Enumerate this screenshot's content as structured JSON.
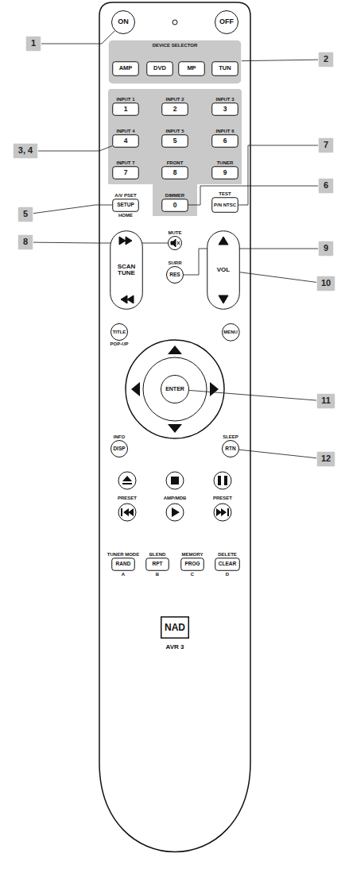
{
  "diagram": {
    "nodes": [
      {
        "text": [
          "1"
        ]
      },
      {
        "text": [
          "ON"
        ]
      },
      {
        "text": [
          "OFF"
        ]
      },
      {
        "text": [
          "DEVICE SELECTOR"
        ]
      },
      {
        "text": [
          "AMP"
        ],
        "in": 3
      },
      {
        "text": [
          "DVD"
        ],
        "in": 3
      },
      {
        "text": [
          "MP"
        ],
        "in": 3
      },
      {
        "text": [
          "TUN"
        ],
        "in": 3
      },
      {
        "text": [
          "2"
        ]
      },
      {
        "text": [
          "3, 4"
        ]
      },
      {
        "text": [
          "INPUT 1",
          "1"
        ]
      },
      {
        "text": [
          "INPUT 2",
          "2"
        ]
      },
      {
        "text": [
          "INPUT 3",
          "3"
        ]
      },
      {
        "text": [
          "INPUT 4",
          "4"
        ]
      },
      {
        "text": [
          "INPUT 5",
          "5"
        ]
      },
      {
        "text": [
          "INPUT 6",
          "6"
        ]
      },
      {
        "text": [
          "INPUT 7",
          "7"
        ]
      },
      {
        "text": [
          "FRONT",
          "8"
        ]
      },
      {
        "text": [
          "TUNER",
          "9"
        ]
      },
      {
        "text": [
          "7"
        ]
      },
      {
        "text": [
          "5"
        ]
      },
      {
        "text": [
          "A/V PSET",
          "SETUP",
          "HOME"
        ]
      },
      {
        "text": [
          "DIMMER",
          "0"
        ]
      },
      {
        "text": [
          "TEST",
          "P/N NTSC"
        ]
      },
      {
        "text": [
          "6"
        ]
      },
      {
        "text": [
          "8"
        ]
      },
      {
        "text": [
          "MUTE"
        ]
      },
      {
        "text": [
          "9"
        ]
      },
      {
        "text": [
          "SCAN TUNE"
        ]
      },
      {
        "text": [
          "SURR",
          "RES"
        ]
      },
      {
        "text": [
          "VOL"
        ]
      },
      {
        "text": [
          "10"
        ]
      },
      {
        "text": [
          "TITLE",
          "POP-UP"
        ]
      },
      {
        "text": [
          "MENU"
        ]
      },
      {
        "text": [
          "ENTER"
        ]
      },
      {
        "text": [
          "11"
        ]
      },
      {
        "text": [
          "INFO",
          "DISP"
        ]
      },
      {
        "text": [
          "SLEEP",
          "RTN"
        ]
      },
      {
        "text": [
          "12"
        ]
      },
      {
        "text": [
          "TUNER MODE",
          "RAND",
          "A"
        ]
      },
      {
        "text": [
          "BLEND",
          "RPT",
          "B"
        ]
      },
      {
        "text": [
          "MEMORY",
          "PROG",
          "C"
        ]
      },
      {
        "text": [
          "DELETE",
          "CLEAR",
          "D"
        ]
      },
      {
        "text": [
          "NAD"
        ]
      }
    ],
    "edges": [
      {
        "from": 0,
        "to": 1,
        "arrow": "none"
      },
      {
        "from": 8,
        "to": 3,
        "arrow": "none"
      },
      {
        "from": 9,
        "to": 13,
        "arrow": "none"
      },
      {
        "from": 19,
        "to": 23,
        "arrow": "none"
      },
      {
        "from": 20,
        "to": 21,
        "arrow": "none"
      },
      {
        "from": 24,
        "to": 22,
        "arrow": "none"
      },
      {
        "from": 25,
        "to": 26,
        "arrow": "none"
      },
      {
        "from": 27,
        "to": 29,
        "arrow": "none"
      },
      {
        "from": 31,
        "to": 30,
        "arrow": "none"
      },
      {
        "from": 35,
        "to": 34,
        "arrow": "none"
      },
      {
        "from": 38,
        "to": 37,
        "arrow": "none"
      }
    ],
    "labels": [
      "PRESET",
      "AMP/MDB",
      "PRESET",
      "AVR 3"
    ]
  }
}
